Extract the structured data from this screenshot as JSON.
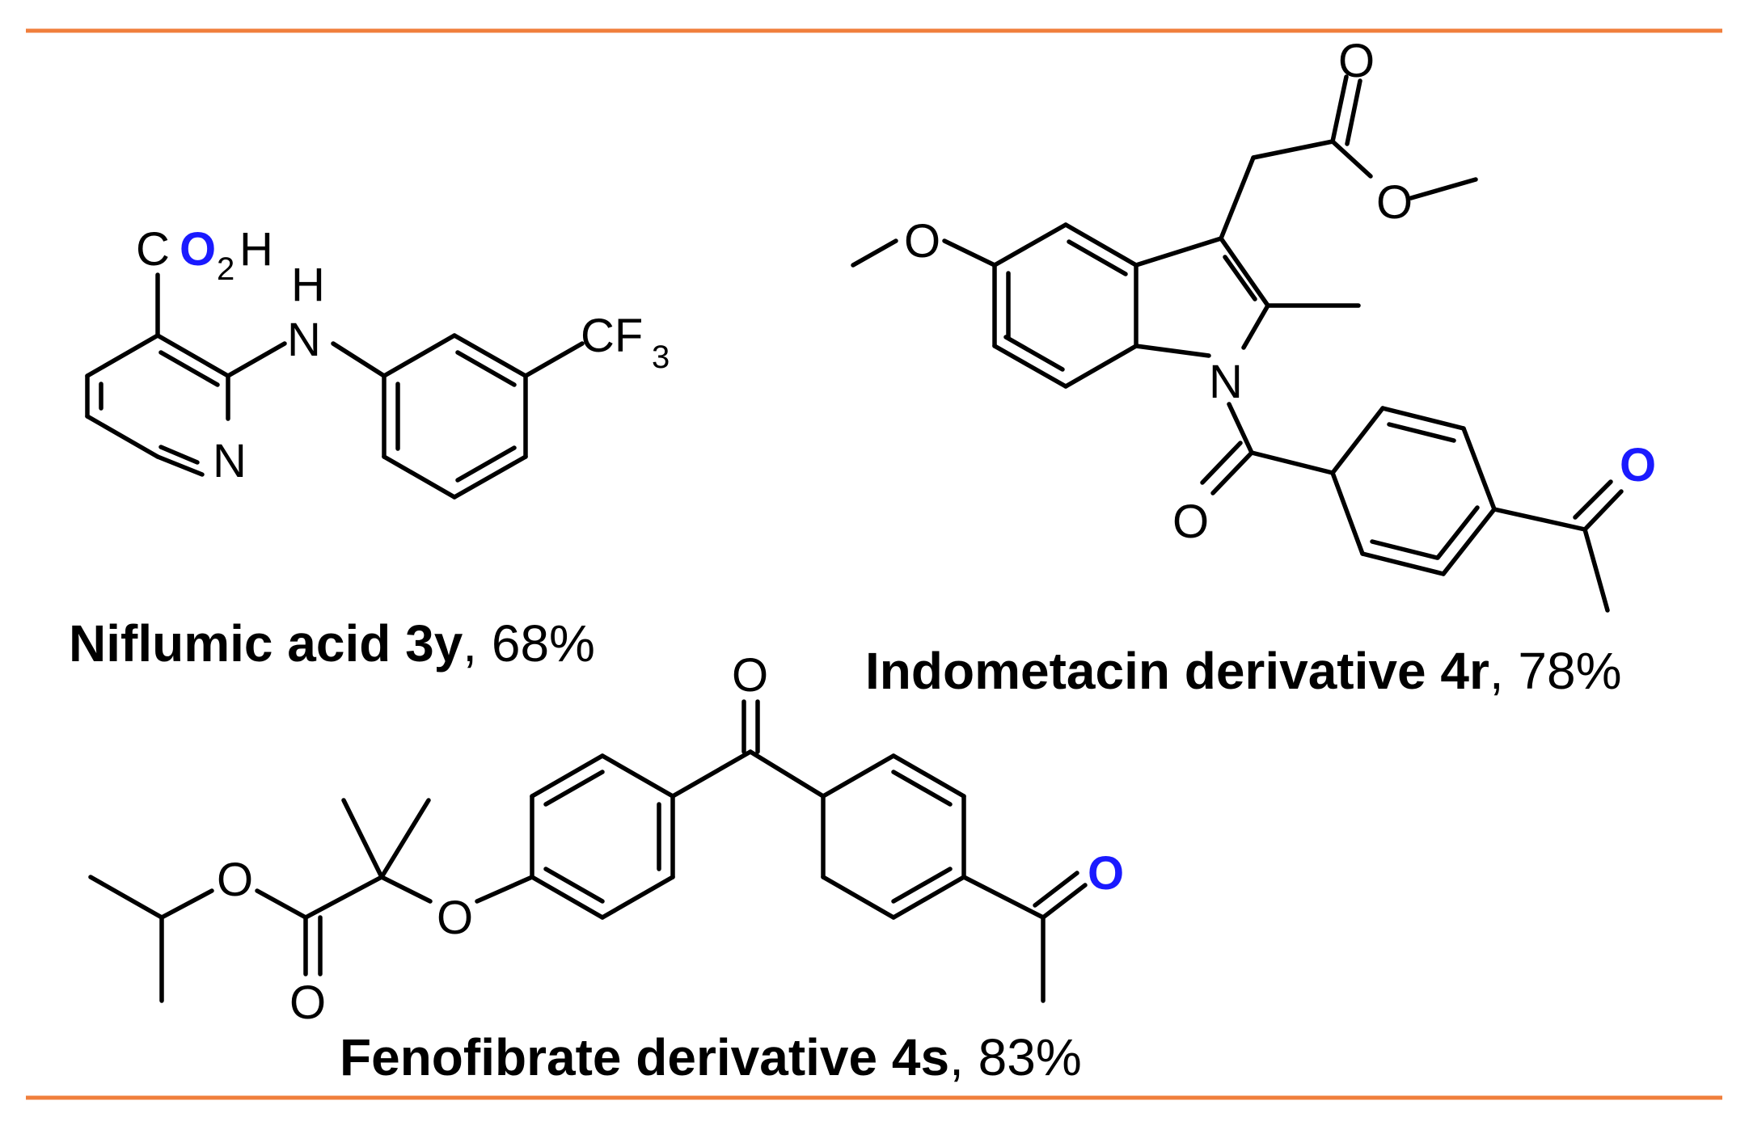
{
  "colors": {
    "rule": "#f07f3c",
    "highlight": "#1a1aff",
    "ink": "#000000"
  },
  "niflumic": {
    "co2h": {
      "c": "C",
      "o": "O",
      "two": "2",
      "h": "H"
    },
    "nh_h": "H",
    "nh_n": "N",
    "ring_n": "N",
    "cf3": {
      "cf": "CF",
      "three": "3"
    },
    "caption": {
      "name": "Niflumic acid 3y",
      "yield": ", 68%"
    }
  },
  "indometacin": {
    "methoxy_o": "O",
    "ester_carbonyl_o": "O",
    "ester_o": "O",
    "indole_n": "N",
    "amide_o": "O",
    "acetyl_o": "O",
    "caption": {
      "name": "Indometacin derivative 4r",
      "yield": ", 78%"
    }
  },
  "fenofibrate": {
    "ester_o": "O",
    "ester_carbonyl_o": "O",
    "ether_o": "O",
    "ketone_o": "O",
    "acetyl_o": "O",
    "caption": {
      "name": "Fenofibrate derivative 4s",
      "yield": ", 83%"
    }
  }
}
